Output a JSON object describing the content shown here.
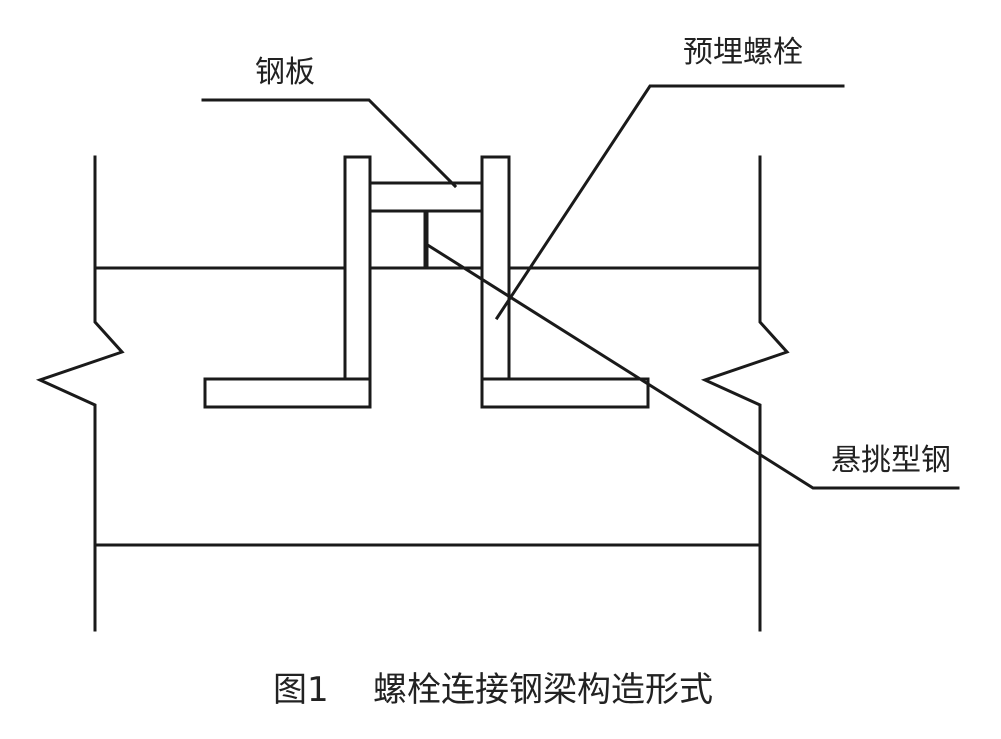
{
  "labels": {
    "steel_plate": "钢板",
    "embedded_bolt": "预埋螺栓",
    "cantilever_steel": "悬挑型钢"
  },
  "caption": {
    "figure_no": "图1",
    "title": "螺栓连接钢梁构造形式"
  },
  "colors": {
    "line": "#1a1a1a",
    "text": "#222222",
    "background": "#ffffff"
  }
}
